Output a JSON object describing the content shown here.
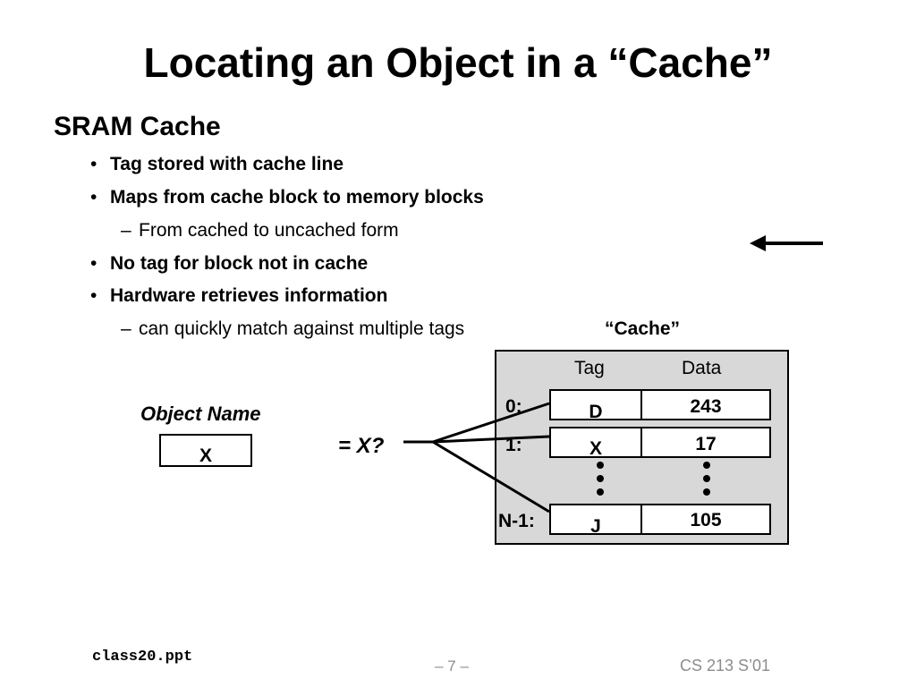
{
  "slide": {
    "title": "Locating an Object in a “Cache”",
    "heading": "SRAM Cache",
    "bullets": [
      {
        "text": "Tag stored with cache line"
      },
      {
        "text": "Maps from cache block to memory blocks",
        "sub": "From cached to uncached form"
      },
      {
        "text": "No tag for block not in cache"
      },
      {
        "text": "Hardware retrieves information",
        "sub": "can quickly match against multiple tags"
      }
    ],
    "bullet_symbol": "•",
    "dash_symbol": "–"
  },
  "diagram": {
    "cache_label": "“Cache”",
    "headers": {
      "tag": "Tag",
      "data": "Data"
    },
    "rows": [
      {
        "label": "0:",
        "tag": "D",
        "data": "243"
      },
      {
        "label": "1:",
        "tag": "X",
        "data": "17"
      },
      {
        "label": "N-1:",
        "tag": "J",
        "data": "105"
      }
    ],
    "object_name_label": "Object Name",
    "object_value": "X",
    "compare_label": "= X?"
  },
  "footer": {
    "filename": "class20.ppt",
    "page": "– 7 –",
    "course": "CS 213 S’01"
  },
  "colors": {
    "panel": "#d8d8d8",
    "footer_text": "#8c8c8c"
  },
  "icons": {
    "pointer": "left-arrow-icon"
  }
}
